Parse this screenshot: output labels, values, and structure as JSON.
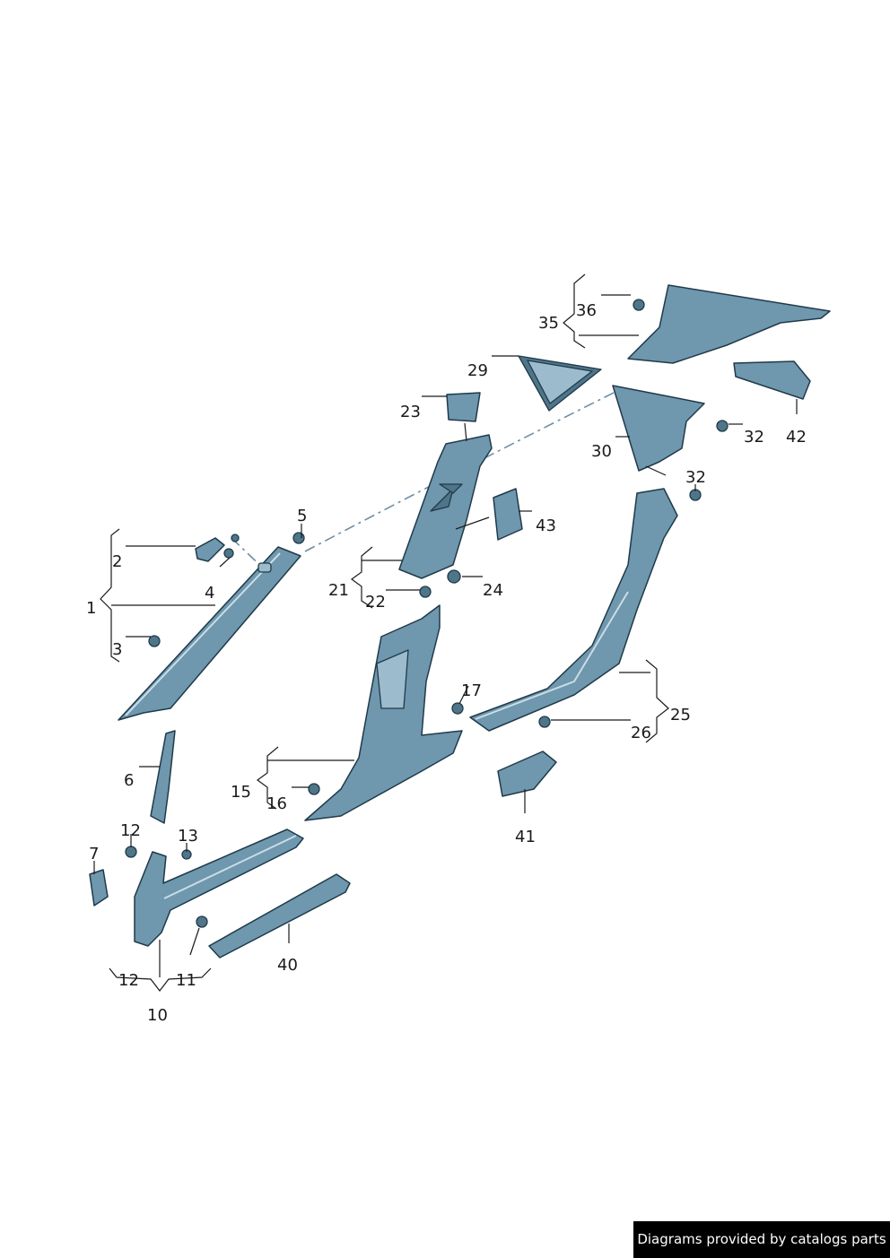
{
  "diagram": {
    "callouts": [
      {
        "id": "c1",
        "text": "1"
      },
      {
        "id": "c2",
        "text": "2"
      },
      {
        "id": "c3",
        "text": "3"
      },
      {
        "id": "c4",
        "text": "4"
      },
      {
        "id": "c5",
        "text": "5"
      },
      {
        "id": "c6",
        "text": "6"
      },
      {
        "id": "c7",
        "text": "7"
      },
      {
        "id": "c10",
        "text": "10"
      },
      {
        "id": "c11",
        "text": "11"
      },
      {
        "id": "c12a",
        "text": "12"
      },
      {
        "id": "c12b",
        "text": "12"
      },
      {
        "id": "c13",
        "text": "13"
      },
      {
        "id": "c15",
        "text": "15"
      },
      {
        "id": "c16",
        "text": "16"
      },
      {
        "id": "c17",
        "text": "17"
      },
      {
        "id": "c21",
        "text": "21"
      },
      {
        "id": "c22",
        "text": "22"
      },
      {
        "id": "c23",
        "text": "23"
      },
      {
        "id": "c24",
        "text": "24"
      },
      {
        "id": "c25",
        "text": "25"
      },
      {
        "id": "c26",
        "text": "26"
      },
      {
        "id": "c29",
        "text": "29"
      },
      {
        "id": "c30",
        "text": "30"
      },
      {
        "id": "c32a",
        "text": "32"
      },
      {
        "id": "c32b",
        "text": "32"
      },
      {
        "id": "c35",
        "text": "35"
      },
      {
        "id": "c36",
        "text": "36"
      },
      {
        "id": "c40",
        "text": "40"
      },
      {
        "id": "c41",
        "text": "41"
      },
      {
        "id": "c42",
        "text": "42"
      },
      {
        "id": "c43",
        "text": "43"
      }
    ]
  },
  "footer": {
    "watermark": "Diagrams provided by catalogs parts"
  },
  "colors": {
    "part_fill": "#6f97ad",
    "part_outline": "#1f3a4a",
    "leader_line": "#1a1a1a",
    "dash_line": "#6d8ea3",
    "watermark_bg": "#000000"
  }
}
